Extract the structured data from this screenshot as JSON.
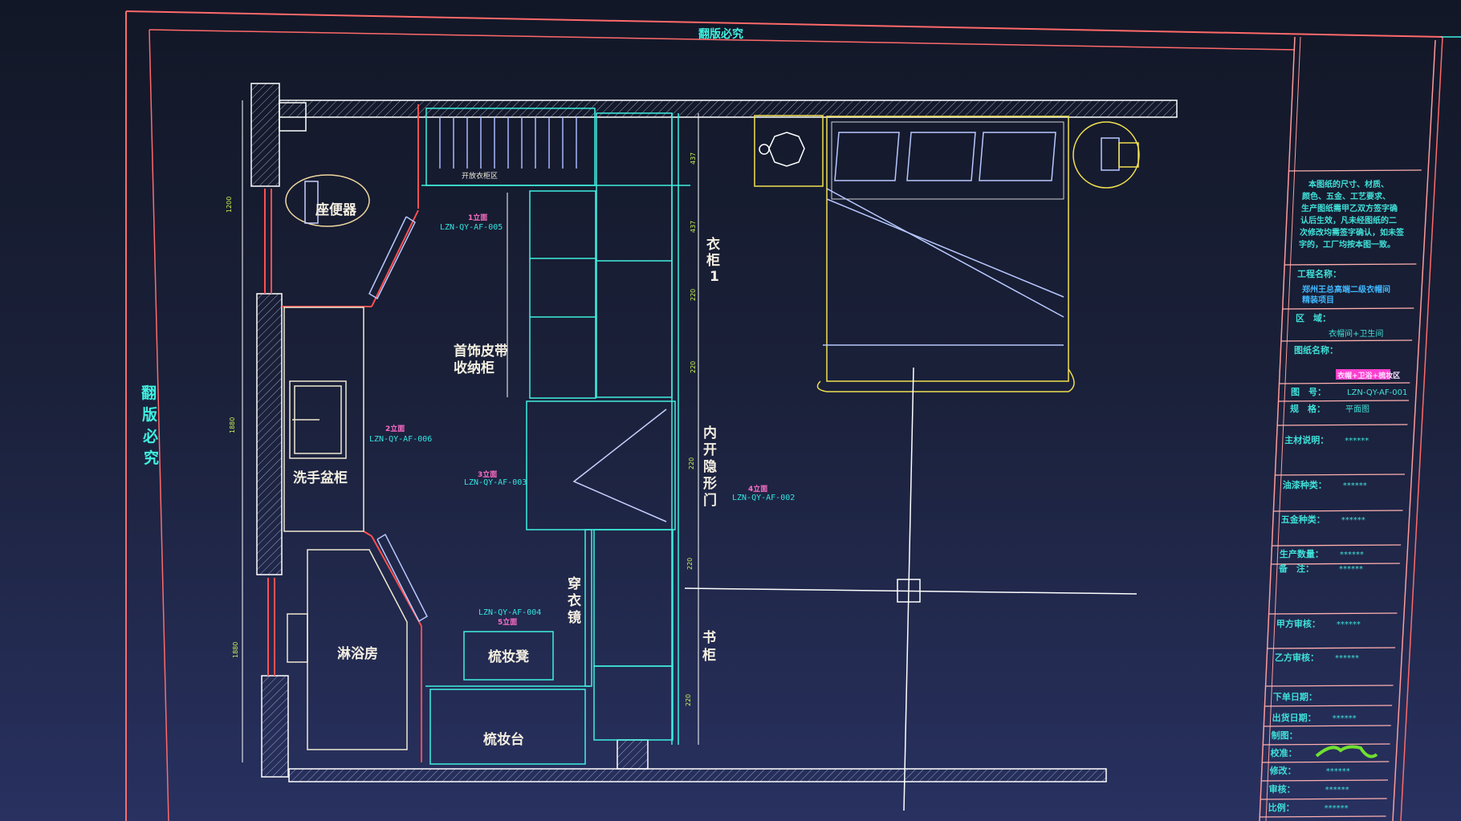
{
  "watermark": {
    "top": "翻版必究",
    "side": [
      "翻",
      "版",
      "必",
      "究"
    ]
  },
  "colors": {
    "frame": "#ff6a6a",
    "wall": "#ffffff",
    "cabinet": "#3ff0e0",
    "bed": "#f0e050",
    "door": "#ff5050",
    "titleblock_text": "#3fe0d8",
    "highlight": "#ff40d0",
    "signature": "#70e030"
  },
  "plan": {
    "labels": {
      "toilet": "座便器",
      "basin_cabinet": "洗手盆柜",
      "shower": "淋浴房",
      "stool": "梳妆凳",
      "dressing_table": "梳妆台",
      "jewelry_cabinet_1": "首饰皮带",
      "jewelry_cabinet_2": "收纳柜",
      "wardrobe": [
        "衣",
        "柜",
        "1"
      ],
      "hidden_door": [
        "内",
        "开",
        "隐",
        "形",
        "门"
      ],
      "mirror": [
        "穿",
        "衣",
        "镜"
      ],
      "bookcase": [
        "书",
        "柜"
      ],
      "cabinet_top": "开放衣柜区"
    },
    "elevations": [
      {
        "tag": "1立面",
        "code": "LZN-QY-AF-005"
      },
      {
        "tag": "2立面",
        "code": "LZN-QY-AF-006"
      },
      {
        "tag": "3立面",
        "code": "LZN-QY-AF-003"
      },
      {
        "tag": "4立面",
        "code": "LZN-QY-AF-002"
      },
      {
        "tag": "5立面",
        "code": "LZN-QY-AF-004"
      }
    ],
    "dimensions": [
      "1200",
      "1880",
      "1880",
      "437",
      "437",
      "220",
      "220",
      "220",
      "220",
      "220"
    ]
  },
  "title_block": {
    "notes": [
      "本图纸的尺寸、材质、",
      "颜色、五金、工艺要求、",
      "生产图纸需甲乙双方签字确",
      "认后生效，凡未经图纸的二",
      "次修改均需签字确认，如未签",
      "字的，工厂均按本图一致。"
    ],
    "project_label": "工程名称：",
    "project_value": [
      "郑州王总高端二级衣帽间",
      "精装项目"
    ],
    "area_label": "区　域：",
    "area_value": "衣帽间+卫生间",
    "drawing_label": "图纸名称：",
    "drawing_value": "衣帽+卫浴+梳妆区",
    "number_label": "图　号：",
    "number_value": "LZN-QY-AF-001",
    "spec_label": "规　格：",
    "spec_value": "平面图",
    "rows": [
      {
        "label": "主材说明：",
        "value": "******"
      },
      {
        "label": "油漆种类：",
        "value": "******"
      },
      {
        "label": "五金种类：",
        "value": "******"
      },
      {
        "label": "生产数量：",
        "value": "******"
      },
      {
        "label": "备　注：",
        "value": "******"
      },
      {
        "label": "甲方审核：",
        "value": "******"
      },
      {
        "label": "乙方审核：",
        "value": "******"
      },
      {
        "label": "下单日期：",
        "value": ""
      },
      {
        "label": "出货日期：",
        "value": "******"
      },
      {
        "label": "制图：",
        "value": ""
      },
      {
        "label": "校准：",
        "value": ""
      },
      {
        "label": "修改：",
        "value": "******"
      },
      {
        "label": "审核：",
        "value": "******"
      },
      {
        "label": "比例：",
        "value": "******"
      }
    ],
    "signature": "签名"
  }
}
